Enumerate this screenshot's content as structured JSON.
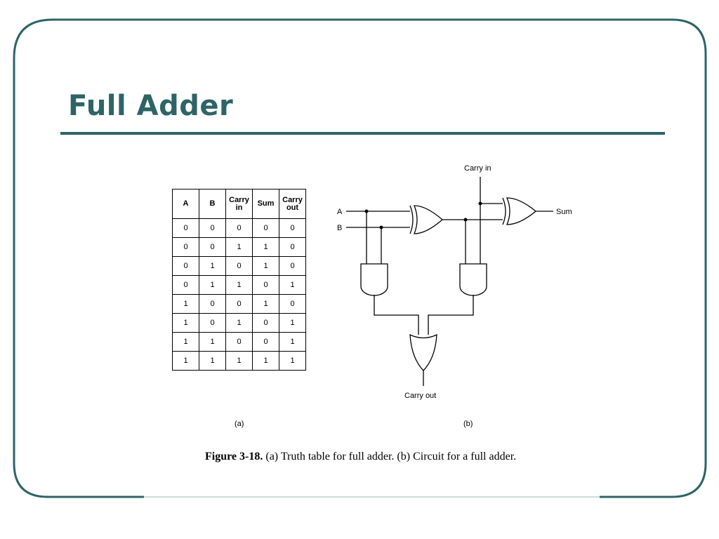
{
  "slide": {
    "title": "Full Adder",
    "accent_color": "#2e6466"
  },
  "truth_table": {
    "label": "(a)",
    "headers": [
      "A",
      "B",
      "Carry in",
      "Sum",
      "Carry out"
    ],
    "rows": [
      [
        "0",
        "0",
        "0",
        "0",
        "0"
      ],
      [
        "0",
        "0",
        "1",
        "1",
        "0"
      ],
      [
        "0",
        "1",
        "0",
        "1",
        "0"
      ],
      [
        "0",
        "1",
        "1",
        "0",
        "1"
      ],
      [
        "1",
        "0",
        "0",
        "1",
        "0"
      ],
      [
        "1",
        "0",
        "1",
        "0",
        "1"
      ],
      [
        "1",
        "1",
        "0",
        "0",
        "1"
      ],
      [
        "1",
        "1",
        "1",
        "1",
        "1"
      ]
    ]
  },
  "circuit": {
    "label": "(b)",
    "input_a": "A",
    "input_b": "B",
    "carry_in": "Carry in",
    "sum": "Sum",
    "carry_out": "Carry out"
  },
  "caption": {
    "figure": "Figure 3-18.",
    "text": "(a) Truth table for full adder. (b) Circuit for a full adder."
  }
}
